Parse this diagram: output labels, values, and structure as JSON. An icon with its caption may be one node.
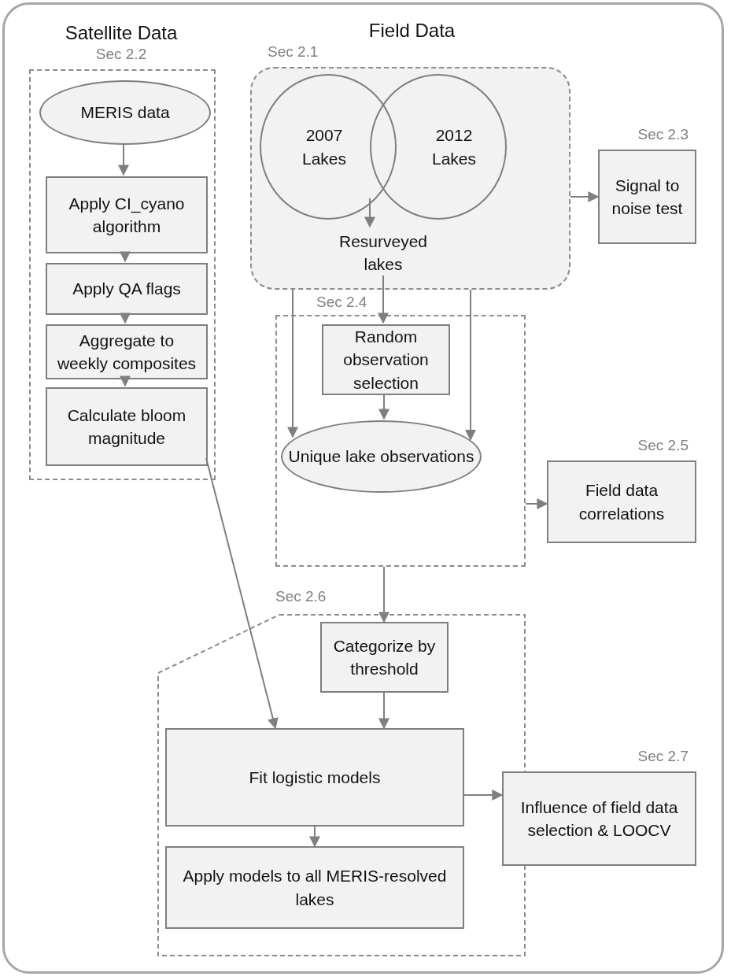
{
  "diagram": {
    "nodes": [
      {
        "text": [
          "Satellite Data",
          "Sec 2.2"
        ]
      },
      {
        "text": [
          "MERIS data"
        ],
        "in": 0
      },
      {
        "text": [
          "Apply CI_cyano algorithm"
        ],
        "in": 0
      },
      {
        "text": [
          "Apply QA flags"
        ],
        "in": 0
      },
      {
        "text": [
          "Aggregate to weekly composites"
        ],
        "in": 0
      },
      {
        "text": [
          "Calculate bloom magnitude"
        ],
        "in": 0
      },
      {
        "text": [
          "Field Data",
          "Sec 2.1"
        ]
      },
      {
        "text": [
          "2007 Lakes"
        ],
        "in": 6
      },
      {
        "text": [
          "2012 Lakes"
        ],
        "in": 6
      },
      {
        "text": [
          "Resurveyed lakes"
        ],
        "in": 6
      },
      {
        "text": [
          "Signal to noise test"
        ],
        "beside": [
          "Sec 2.3"
        ]
      },
      {
        "text": [
          "Sec 2.4"
        ]
      },
      {
        "text": [
          "Random observation selection"
        ],
        "in": 11
      },
      {
        "text": [
          "Unique lake observations"
        ],
        "in": 11
      },
      {
        "text": [
          "Field data correlations"
        ],
        "beside": [
          "Sec 2.5"
        ]
      },
      {
        "text": [
          "Sec 2.6"
        ]
      },
      {
        "text": [
          "Categorize by threshold"
        ],
        "in": 15
      },
      {
        "text": [
          "Fit logistic models"
        ],
        "in": 15
      },
      {
        "text": [
          "Apply models to all MERIS-resolved lakes"
        ],
        "in": 15
      },
      {
        "text": [
          "Influence of field data selection & LOOCV"
        ],
        "beside": [
          "Sec 2.7"
        ]
      }
    ],
    "edges": [
      {
        "from": 1,
        "to": 2,
        "arrow": "to"
      },
      {
        "from": 2,
        "to": 3,
        "arrow": "to"
      },
      {
        "from": 3,
        "to": 4,
        "arrow": "to"
      },
      {
        "from": 4,
        "to": 5,
        "arrow": "to"
      },
      {
        "from": 6,
        "to": 10,
        "arrow": "to"
      },
      {
        "from": 7,
        "to": 9,
        "arrow": "to"
      },
      {
        "from": 6,
        "to": 13,
        "arrow": "to"
      },
      {
        "from": 9,
        "to": 12,
        "arrow": "to"
      },
      {
        "from": 12,
        "to": 13,
        "arrow": "to"
      },
      {
        "from": 11,
        "to": 14,
        "arrow": "to"
      },
      {
        "from": 11,
        "to": 16,
        "arrow": "to"
      },
      {
        "from": 5,
        "to": 17,
        "arrow": "to"
      },
      {
        "from": 16,
        "to": 17,
        "arrow": "to"
      },
      {
        "from": 17,
        "to": 18,
        "arrow": "to"
      },
      {
        "from": 17,
        "to": 19,
        "arrow": "to"
      },
      {
        "from": 6,
        "to": 13,
        "arrow": "to"
      }
    ]
  }
}
